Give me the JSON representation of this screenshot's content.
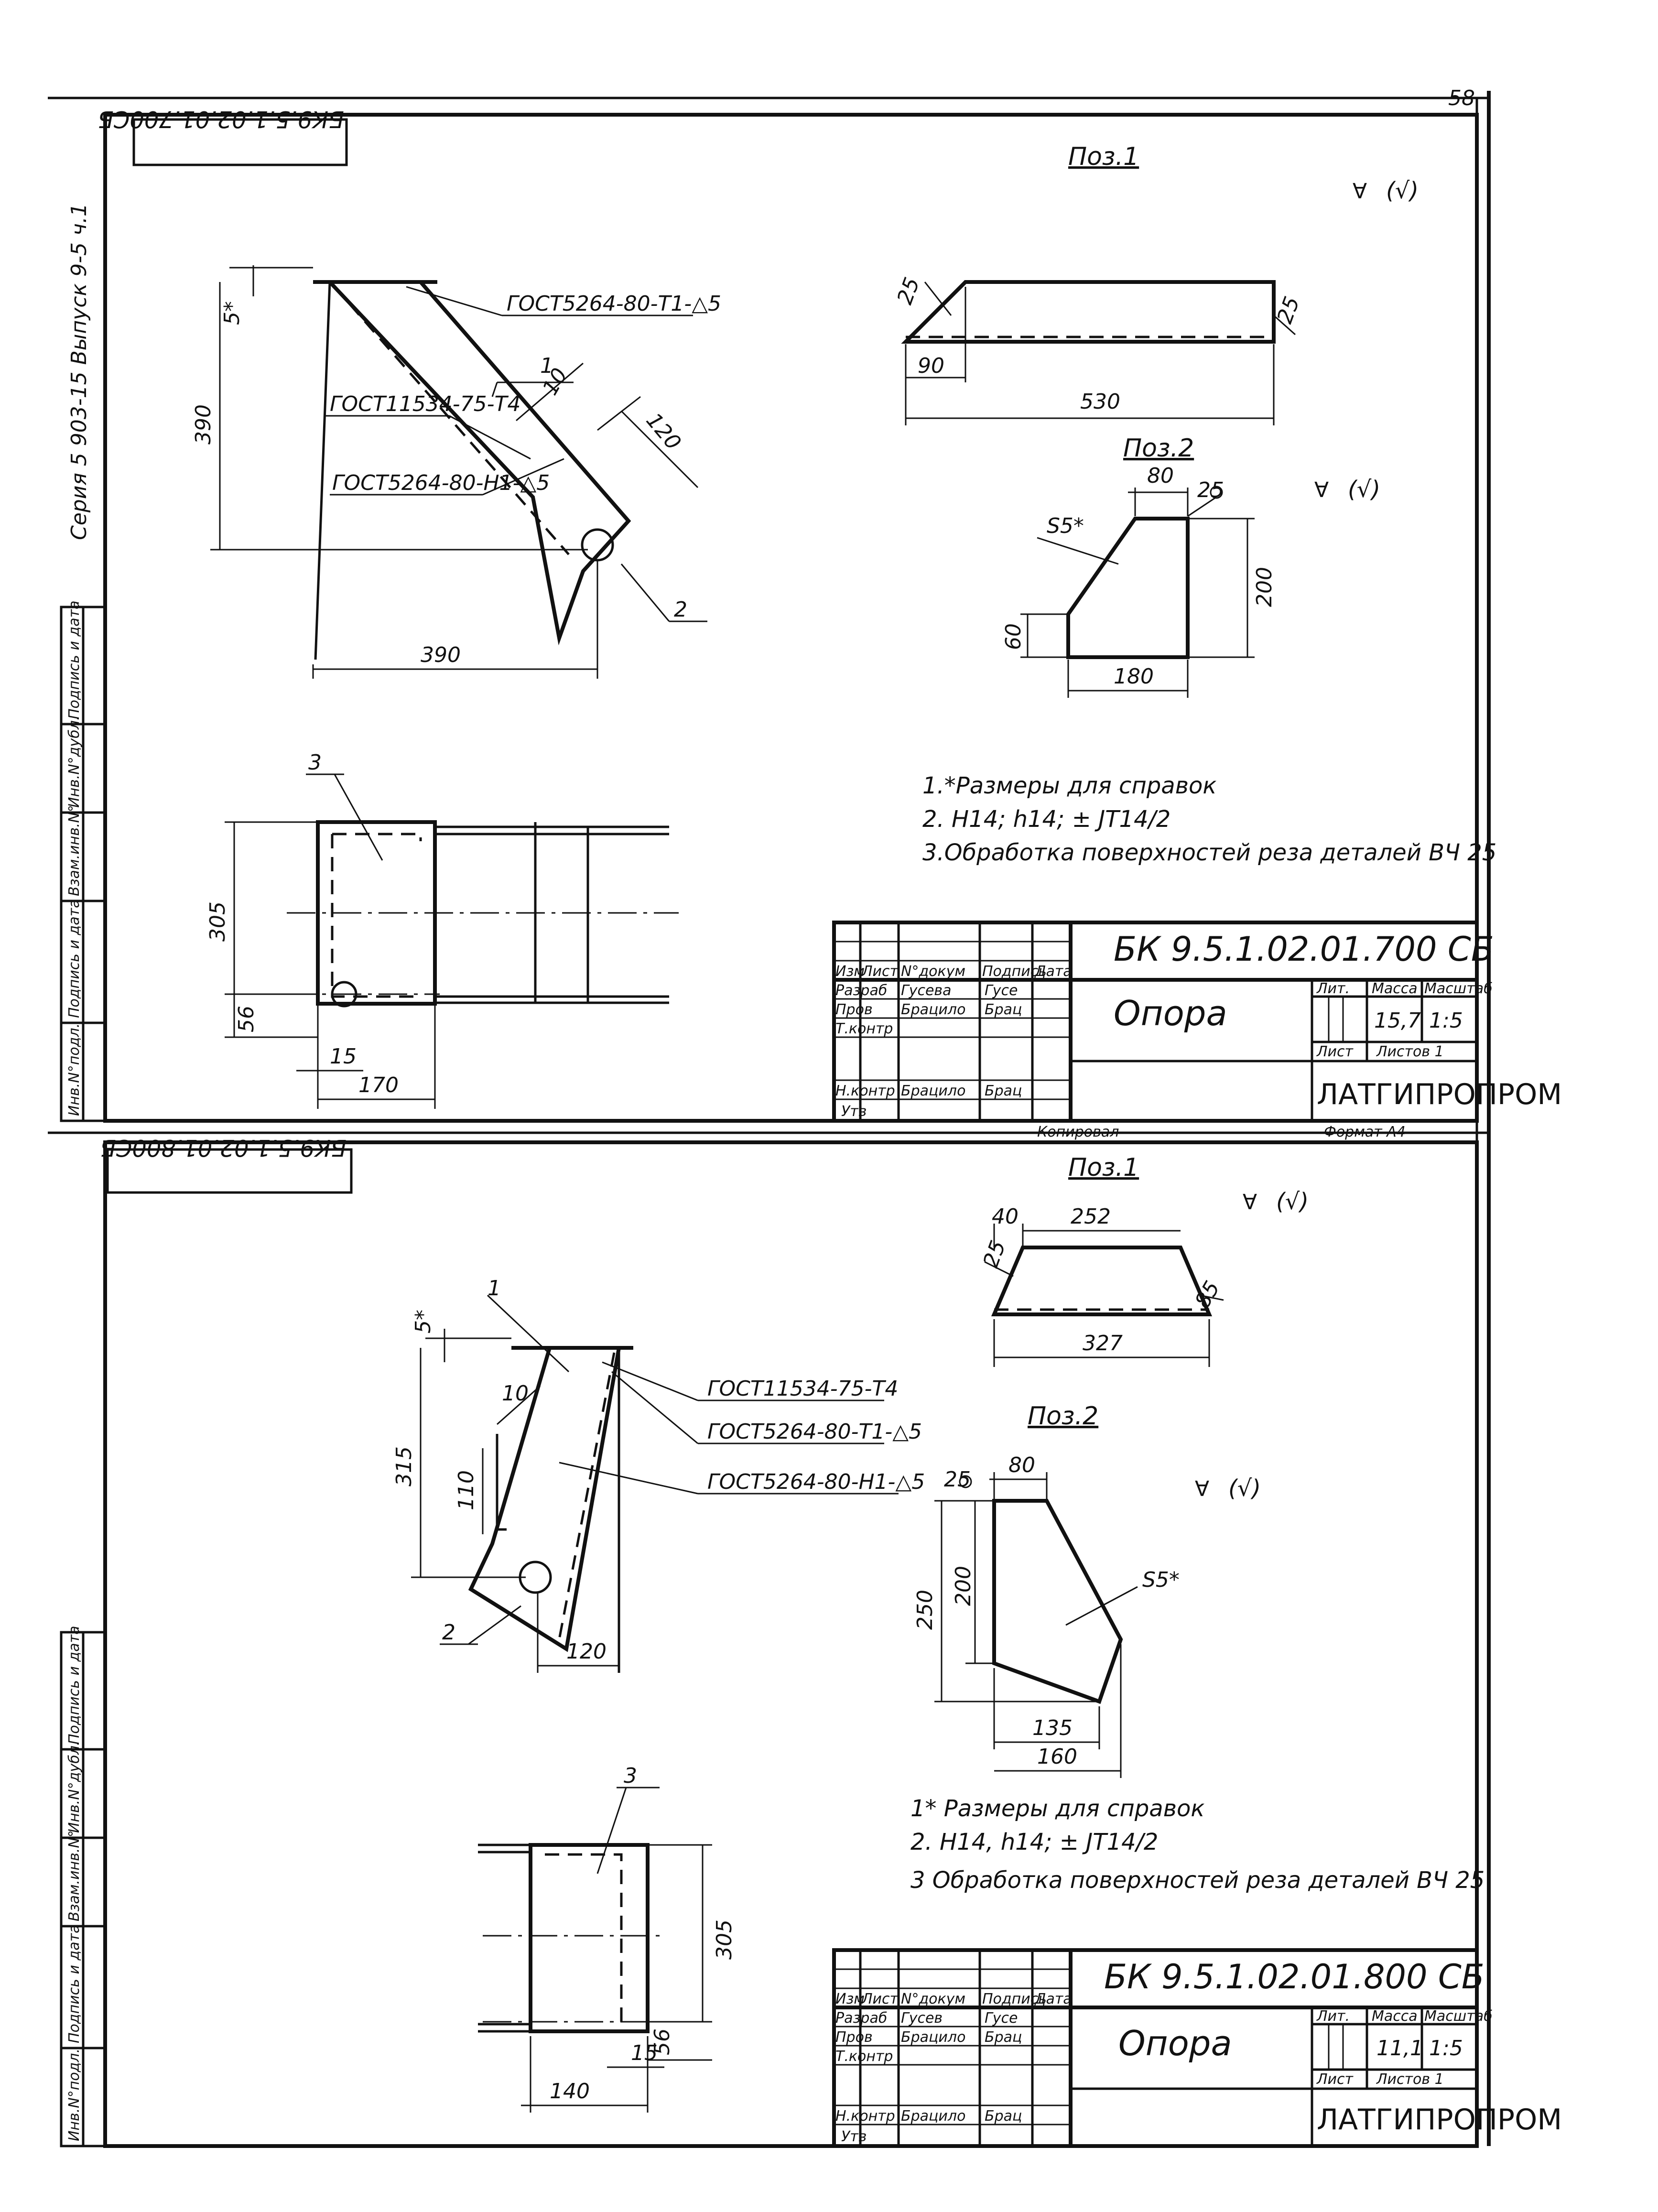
{
  "page_number": "58",
  "sheet1": {
    "stamp": "БК9.5.1.02.01.700СБ",
    "series_label": "Серия 5 903-15   Выпуск 9-5 ч.1",
    "pos1_title": "Поз.1",
    "pos2_title": "Поз.2",
    "roughness1": "(√)",
    "roughness2": "(√)",
    "callouts": {
      "gost_top": "ГОСТ5264-80-Т1-△5",
      "gost_mid": "ГОСТ11534-75-Т4",
      "gost_low": "ГОСТ5264-80-Н1-△5",
      "part1": "1",
      "part2": "2",
      "part3": "3"
    },
    "dims": {
      "d5": "5*",
      "d390v": "390",
      "d10": "10",
      "d120": "120",
      "d390h": "390",
      "p1_25a": "25",
      "p1_25b": "25",
      "p1_90": "90",
      "p1_530": "530",
      "p2_80": "80",
      "p2_25": "25",
      "p2_s5": "S5*",
      "p2_200": "200",
      "p2_60": "60",
      "p2_180": "180",
      "v_305": "305",
      "v_56": "56",
      "v_15": "15",
      "v_170": "170"
    },
    "notes": [
      "1.*Размеры для справок",
      "2. H14; h14; ± JT14/2",
      "3.Обработка поверхностей реза деталей ВЧ 25"
    ],
    "title_block": {
      "doc_number": "БК 9.5.1.02.01.700 СБ",
      "title": "Опора",
      "org": "ЛАТГИПРОПРОМ",
      "col_headers": [
        "Изм",
        "Лист",
        "N°докум",
        "Подпись",
        "Дата"
      ],
      "rows": [
        {
          "role": "Разраб",
          "name": "Гусева",
          "sign": "Гусе"
        },
        {
          "role": "Пров",
          "name": "Брацило",
          "sign": "Брац"
        },
        {
          "role": "Т.контр",
          "name": "",
          "sign": ""
        },
        {
          "role": "Н.контр",
          "name": "Брацило",
          "sign": "Брац"
        },
        {
          "role": "Утв",
          "name": "",
          "sign": ""
        }
      ],
      "lit_label": "Лит.",
      "mass_label": "Масса",
      "scale_label": "Масштаб",
      "mass": "15,7",
      "scale": "1:5",
      "sheet_label": "Лист",
      "sheets_label": "Листов 1",
      "copied": "Копировал",
      "format": "Формат А4"
    },
    "side_labels": [
      "Инв.N°подл.",
      "Подпись и дата",
      "Взам.инв.N°",
      "Инв.N°дубл.",
      "Подпись и дата"
    ]
  },
  "sheet2": {
    "stamp": "БК9.5.1.02.01.800СБ",
    "pos1_title": "Поз.1",
    "pos2_title": "Поз.2",
    "roughness1": "(√)",
    "roughness2": "(√)",
    "callouts": {
      "gost_top": "ГОСТ11534-75-Т4",
      "gost_mid": "ГОСТ5264-80-Т1-△5",
      "gost_low": "ГОСТ5264-80-Н1-△5",
      "part1": "1",
      "part2": "2",
      "part3": "3"
    },
    "dims": {
      "d5": "5*",
      "d315": "315",
      "d10": "10",
      "d110": "110",
      "d120": "120",
      "p1_40": "40",
      "p1_252": "252",
      "p1_25": "25",
      "p1_85": "85",
      "p1_327": "327",
      "p2_25": "25",
      "p2_80": "80",
      "p2_250": "250",
      "p2_200": "200",
      "p2_s5": "S5*",
      "p2_135": "135",
      "p2_160": "160",
      "v_305": "305",
      "v_56": "56",
      "v_15": "15",
      "v_140": "140"
    },
    "notes": [
      "1* Размеры для справок",
      "2. H14, h14; ± JT14/2",
      "3 Обработка поверхностей реза деталей ВЧ 25"
    ],
    "title_block": {
      "doc_number": "БК 9.5.1.02.01.800 СБ",
      "title": "Опора",
      "org": "ЛАТГИПРОПРОМ",
      "col_headers": [
        "Изм",
        "Лист",
        "N°докум",
        "Подпись",
        "Дата"
      ],
      "rows": [
        {
          "role": "Разраб",
          "name": "Гусев",
          "sign": "Гусе"
        },
        {
          "role": "Пров",
          "name": "Брацило",
          "sign": "Брац"
        },
        {
          "role": "Т.контр",
          "name": "",
          "sign": ""
        },
        {
          "role": "Н.контр",
          "name": "Брацило",
          "sign": "Брац"
        },
        {
          "role": "Утв",
          "name": "",
          "sign": ""
        }
      ],
      "lit_label": "Лит.",
      "mass_label": "Масса",
      "scale_label": "Масштаб",
      "mass": "11,1",
      "scale": "1:5",
      "sheet_label": "Лист",
      "sheets_label": "Листов 1"
    },
    "side_labels": [
      "Инв.N°подл.",
      "Подпись и дата",
      "Взам.инв.N°",
      "Инв.N°дубл.",
      "Подпись и дата"
    ]
  }
}
